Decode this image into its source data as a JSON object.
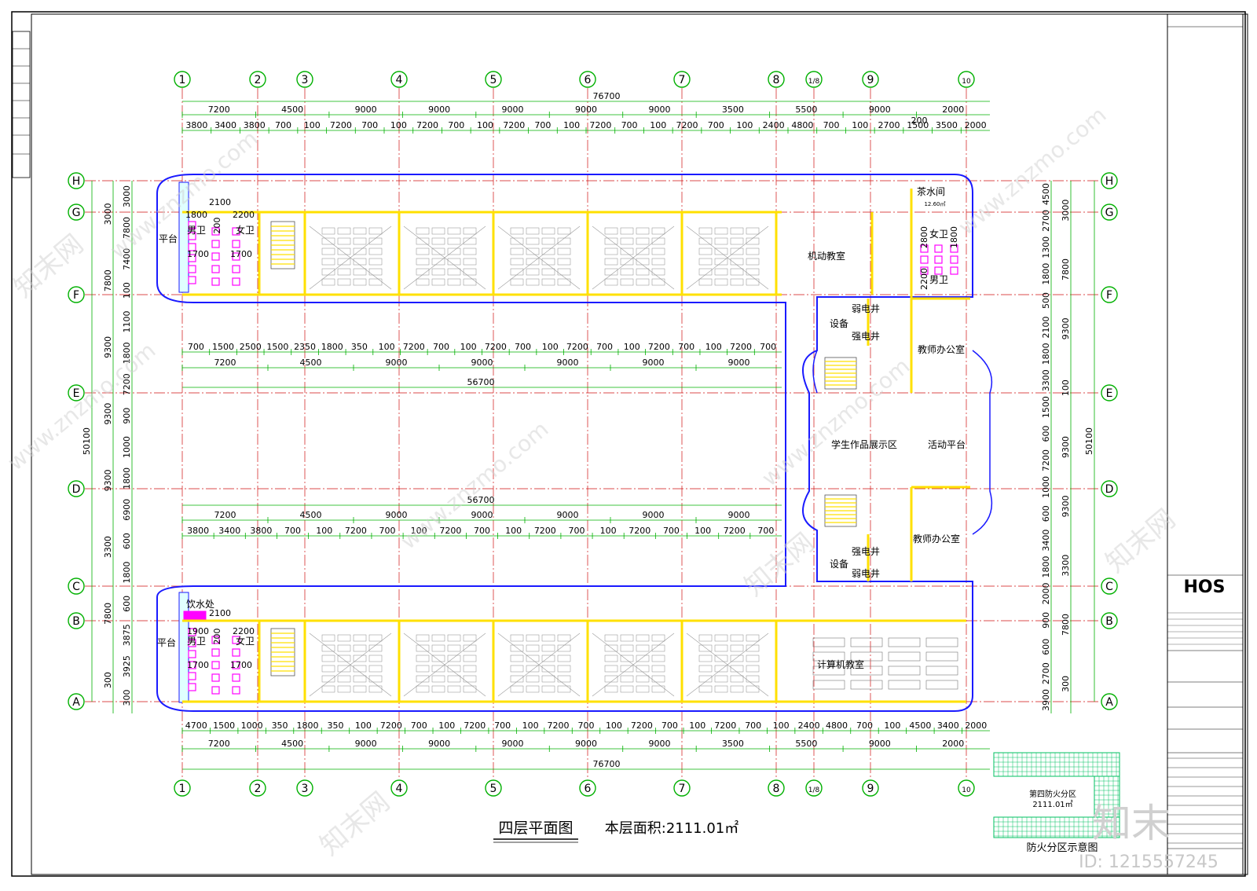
{
  "drawing": {
    "title": "四层平面图",
    "area_label": "本层面积:2111.01㎡"
  },
  "axes": {
    "numbered": [
      "1",
      "2",
      "3",
      "4",
      "5",
      "6",
      "7",
      "8",
      "1/8",
      "9",
      "10"
    ],
    "lettered": [
      "H",
      "G",
      "F",
      "E",
      "D",
      "C",
      "B",
      "A"
    ]
  },
  "dims": {
    "overall": "76700",
    "depth": "50100",
    "inner_span": "56700",
    "top_row1": [
      "7200",
      "4500",
      "9000",
      "9000",
      "9000",
      "9000",
      "9000",
      "3500",
      "5500",
      "9000",
      "2000"
    ],
    "top_row2": [
      "3800",
      "3400",
      "3800",
      "700",
      "100",
      "7200",
      "700",
      "100",
      "7200",
      "700",
      "100",
      "7200",
      "700",
      "100",
      "7200",
      "700",
      "100",
      "7200",
      "700",
      "100",
      "2400",
      "4800",
      "700",
      "100",
      "2700",
      "1500",
      "3500",
      "2000"
    ],
    "top_extra": "200",
    "bottom_row1": [
      "4700",
      "1500",
      "1000",
      "350",
      "1800",
      "350",
      "100",
      "7200",
      "700",
      "100",
      "7200",
      "700",
      "100",
      "7200",
      "700",
      "100",
      "7200",
      "700",
      "100",
      "7200",
      "700",
      "100",
      "2400",
      "4800",
      "700",
      "100",
      "4500",
      "3400",
      "2000"
    ],
    "bottom_row2": [
      "7200",
      "4500",
      "9000",
      "9000",
      "9000",
      "9000",
      "9000",
      "3500",
      "5500",
      "9000",
      "2000"
    ],
    "court_upper_row1": [
      "700",
      "1500",
      "2500",
      "1500",
      "2350",
      "1800",
      "350",
      "100",
      "7200",
      "700",
      "100",
      "7200",
      "700",
      "100",
      "7200",
      "700",
      "100",
      "7200",
      "700",
      "100",
      "7200",
      "700"
    ],
    "court_upper_row2": [
      "7200",
      "4500",
      "9000",
      "9000",
      "9000",
      "9000",
      "9000"
    ],
    "court_lower_row1": [
      "7200",
      "4500",
      "9000",
      "9000",
      "9000",
      "9000",
      "9000"
    ],
    "court_lower_row2": [
      "3800",
      "3400",
      "3800",
      "700",
      "100",
      "7200",
      "700",
      "100",
      "7200",
      "700",
      "100",
      "7200",
      "700",
      "100",
      "7200",
      "700",
      "100",
      "7200",
      "700"
    ],
    "left_outer": [
      "3000",
      "7800",
      "9300",
      "9300",
      "9300",
      "3300",
      "7800",
      "300"
    ],
    "left_inner": [
      "3000",
      "7800",
      "7400",
      "100",
      "1100",
      "1800",
      "7200",
      "900",
      "1000",
      "1800",
      "6900",
      "600",
      "1800",
      "600",
      "3875",
      "3925",
      "300"
    ],
    "right_inner": [
      "4500",
      "2700",
      "1300",
      "1800",
      "500",
      "2100",
      "1800",
      "3300",
      "1500",
      "600",
      "7200",
      "1000",
      "600",
      "3400",
      "1800",
      "2000",
      "900",
      "600",
      "2700",
      "3900"
    ],
    "right_outer": [
      "3000",
      "7800",
      "9300",
      "100",
      "9300",
      "9300",
      "3300",
      "7800",
      "300"
    ]
  },
  "rooms": {
    "tea": "茶水间",
    "tea_area": "12.60㎡",
    "wc_f_top": "女卫",
    "wc_m_top": "男卫",
    "mobile_class": "机动教室",
    "weak1": "弱电井",
    "weak2": "强电井",
    "equip": "设备",
    "teacher1": "教师办公室",
    "gallery": "学生作品展示区",
    "platform": "活动平台",
    "teacher2": "教师办公室",
    "weak3": "强电井",
    "weak4": "弱电井",
    "equip2": "设备",
    "computer": "计算机教室",
    "terrace": "平台",
    "men": "男卫",
    "women": "女卫",
    "water": "饮水处",
    "terrace2": "平台",
    "men2": "男卫",
    "women2": "女卫"
  },
  "toilet_dims": {
    "upper": [
      "1800",
      "2100",
      "2200",
      "200",
      "1700",
      "1700"
    ],
    "lower": [
      "2100",
      "1900",
      "200",
      "2200",
      "1700",
      "1700"
    ],
    "right": [
      "2800",
      "1800",
      "2200"
    ]
  },
  "fire_zone": {
    "name": "第四防火分区",
    "area": "2111.01㎡",
    "caption": "防火分区示意图"
  },
  "title_block": {
    "logo": "HOS"
  },
  "watermark": {
    "site": "www.znzmo.com",
    "brand": "知末网",
    "logo": "知末",
    "id": "ID: 1215557245"
  },
  "colors": {
    "grid_circle": "#00b000",
    "axis_line": "#d01010",
    "wall": "#1a1aff",
    "partition": "#ffe000",
    "toilet": "#ff00ff",
    "stair": "#ffe000"
  }
}
